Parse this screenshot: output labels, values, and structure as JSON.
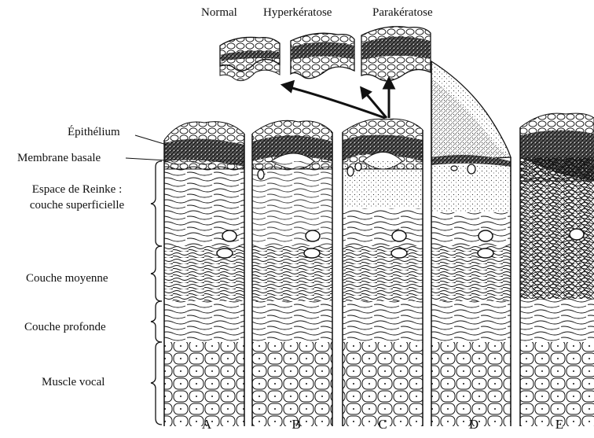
{
  "top_labels": [
    "Normal",
    "Hyperkératose",
    "Parakératose"
  ],
  "layer_labels": {
    "epithelium": "Épithélium",
    "membrane": "Membrane basale",
    "reinke_line1": "Espace de Reinke :",
    "reinke_line2": "couche superficielle",
    "moyenne": "Couche moyenne",
    "profonde": "Couche profonde",
    "muscle": "Muscle vocal"
  },
  "columns": [
    "A",
    "B",
    "C",
    "D",
    "E"
  ]
}
